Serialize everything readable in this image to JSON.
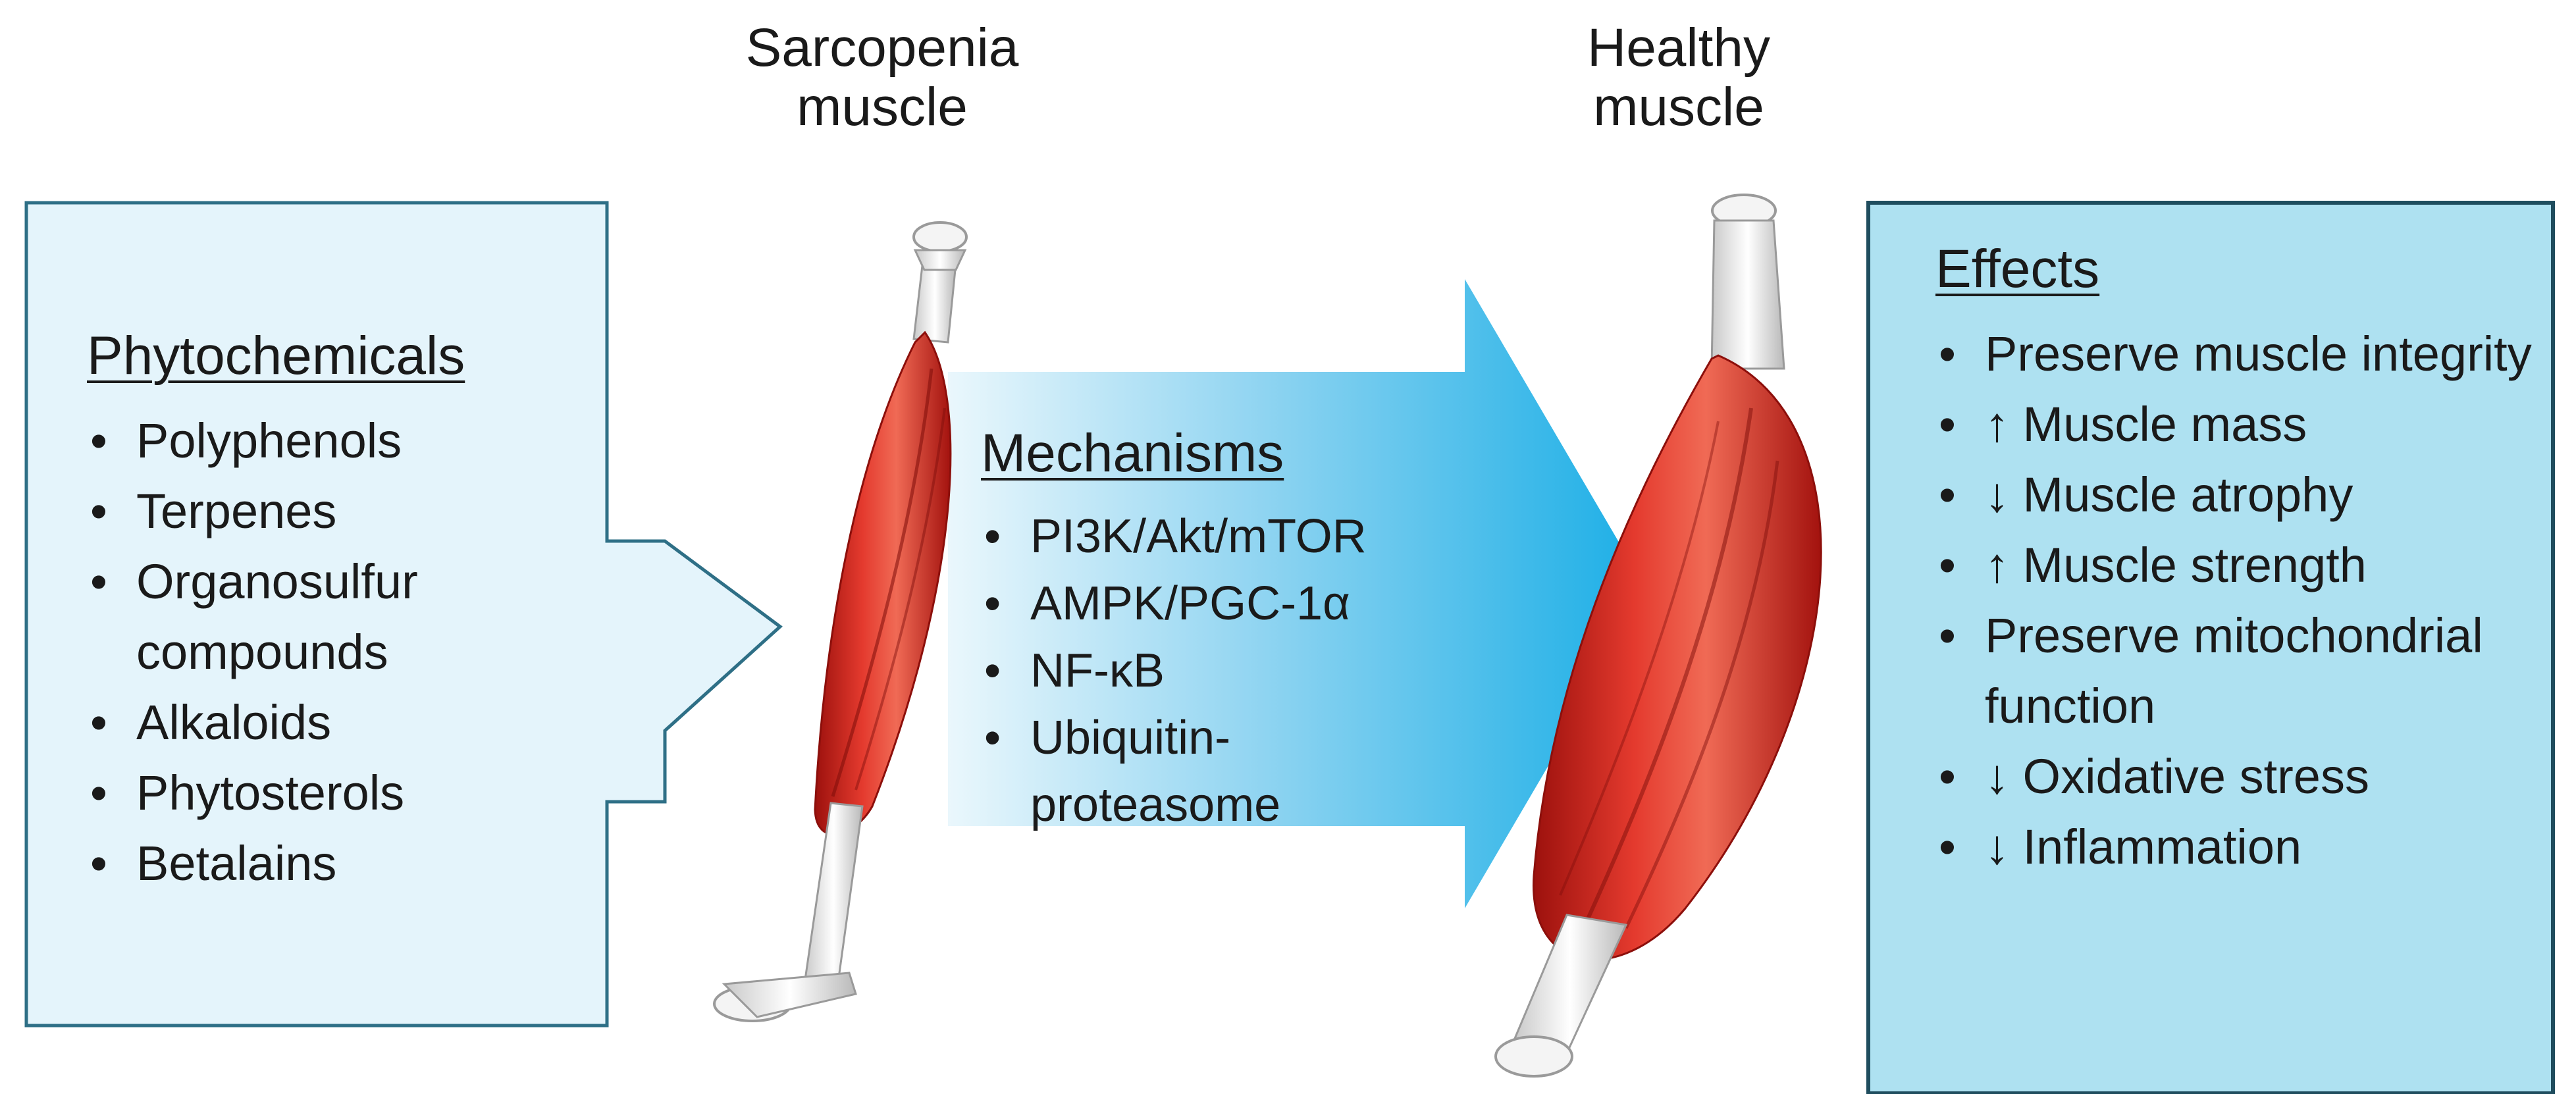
{
  "labels": {
    "sarcopenia": "Sarcopenia muscle",
    "healthy": "Healthy muscle"
  },
  "phytochemicals": {
    "heading": "Phytochemicals",
    "items": [
      "Polyphenols",
      "Terpenes",
      "Organosulfur compounds",
      "Alkaloids",
      "Phytosterols",
      "Betalains"
    ]
  },
  "mechanisms": {
    "heading": "Mechanisms",
    "items": [
      "PI3K/Akt/mTOR",
      "AMPK/PGC-1α",
      "NF-κB",
      "Ubiquitin-proteasome"
    ]
  },
  "effects": {
    "heading": "Effects",
    "items": [
      "Preserve muscle integrity",
      "↑ Muscle mass",
      "↓ Muscle atrophy",
      "↑ Muscle strength",
      "Preserve mitochondrial function",
      "↓ Oxidative stress",
      "↓ Inflammation"
    ]
  },
  "colors": {
    "panel_fill": "#e4f4fb",
    "panel_stroke": "#2e6f86",
    "effects_fill": "#aee1f1",
    "effects_stroke": "#1f4d5e",
    "arrow_light": "#dff2fb",
    "arrow_dark": "#1fb0e6",
    "muscle_red": "#d8261e",
    "tendon": "#e9e9e9"
  }
}
